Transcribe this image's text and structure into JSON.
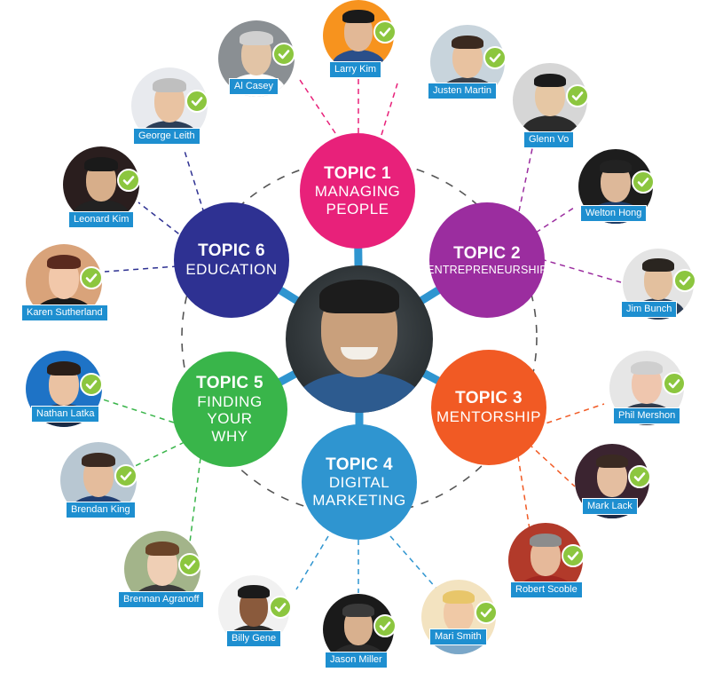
{
  "colors": {
    "topic1": "#e8217a",
    "topic2": "#9b2d9f",
    "topic3": "#f15a24",
    "topic4": "#2f95d0",
    "topic5": "#39b54a",
    "topic6": "#2e3192",
    "hub_ring": "#555555",
    "connector": "#2f95d0",
    "check": "#8cc63f",
    "label_bg": "#1e8fd0"
  },
  "topics": [
    {
      "num": "TOPIC 1",
      "name": "MANAGING\nPEOPLE"
    },
    {
      "num": "TOPIC 2",
      "name": "ENTREPRENEURSHIP"
    },
    {
      "num": "TOPIC 3",
      "name": "MENTORSHIP"
    },
    {
      "num": "TOPIC 4",
      "name": "DIGITAL\nMARKETING"
    },
    {
      "num": "TOPIC 5",
      "name": "FINDING\nYOUR\nWHY"
    },
    {
      "num": "TOPIC 6",
      "name": "EDUCATION"
    }
  ],
  "people": [
    {
      "name": "Al Casey",
      "topic": 1
    },
    {
      "name": "Larry Kim",
      "topic": 1
    },
    {
      "name": "Justen Martin",
      "topic": 1
    },
    {
      "name": "Glenn Vo",
      "topic": 2
    },
    {
      "name": "Welton Hong",
      "topic": 2
    },
    {
      "name": "Jim Bunch",
      "topic": 2
    },
    {
      "name": "Phil Mershon",
      "topic": 3
    },
    {
      "name": "Mark Lack",
      "topic": 3
    },
    {
      "name": "Robert Scoble",
      "topic": 3
    },
    {
      "name": "Mari Smith",
      "topic": 4
    },
    {
      "name": "Jason Miller",
      "topic": 4
    },
    {
      "name": "Billy Gene",
      "topic": 4
    },
    {
      "name": "Brennan Agranoff",
      "topic": 5
    },
    {
      "name": "Brendan King",
      "topic": 5
    },
    {
      "name": "Nathan Latka",
      "topic": 5
    },
    {
      "name": "Karen Sutherland",
      "topic": 6
    },
    {
      "name": "Leonard Kim",
      "topic": 6
    },
    {
      "name": "George Leith",
      "topic": 6
    }
  ]
}
